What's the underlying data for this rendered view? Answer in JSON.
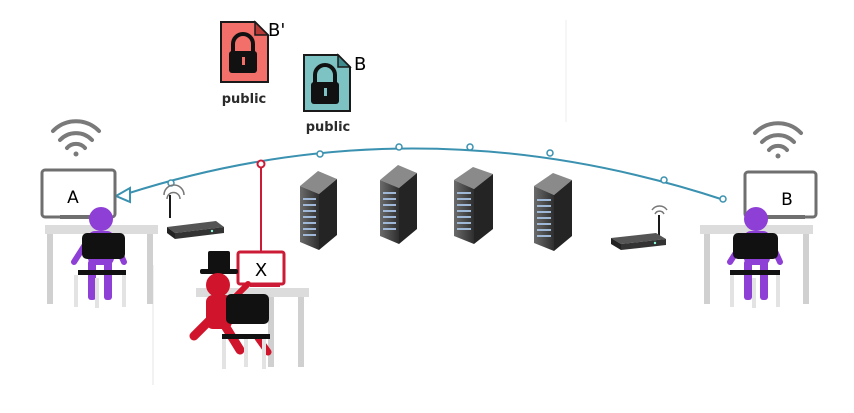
{
  "diagram": {
    "key_fake": {
      "label": "B'",
      "caption": "public",
      "color": "#f26f6a"
    },
    "key_real": {
      "label": "B",
      "caption": "public",
      "color": "#7ec3c4"
    },
    "user_a": {
      "label": "A",
      "color": "#8e3fd6"
    },
    "user_b": {
      "label": "B",
      "color": "#8e3fd6"
    },
    "attacker": {
      "label": "X",
      "color": "#d0142b"
    },
    "channel_color": "#3a91b0",
    "tap_color": "#cc1b36"
  }
}
